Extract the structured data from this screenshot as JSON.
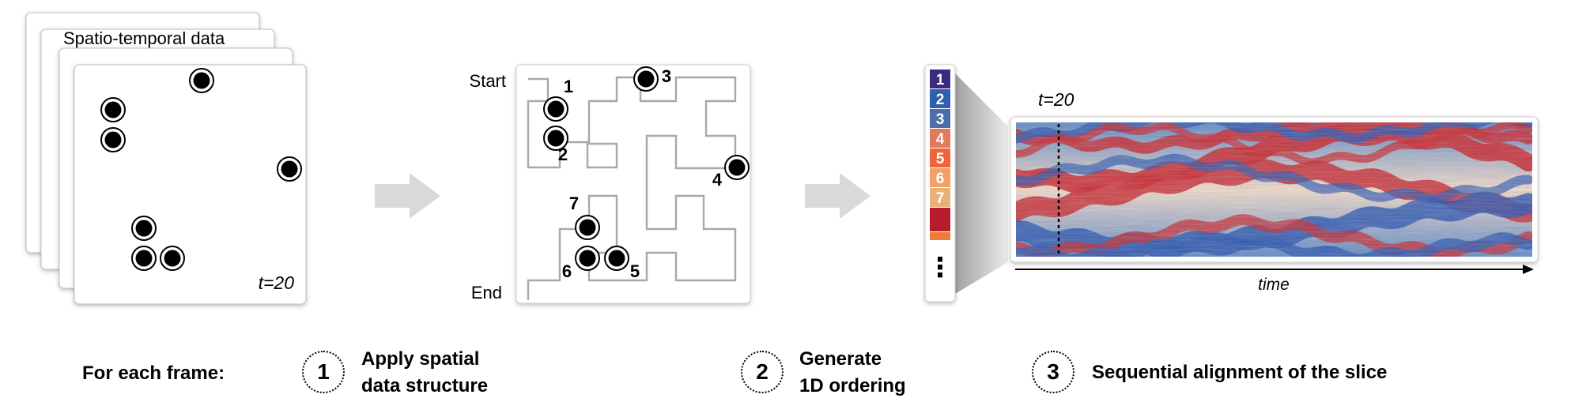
{
  "panel1": {
    "title": "Spatio-temporal data",
    "time_label": "t=20"
  },
  "panel2": {
    "start_label": "Start",
    "end_label": "End",
    "point_labels": [
      "1",
      "2",
      "3",
      "4",
      "5",
      "6",
      "7"
    ]
  },
  "panel3": {
    "time_label": "t=20",
    "axis_label": "time",
    "ordering_labels": [
      "1",
      "2",
      "3",
      "4",
      "5",
      "6",
      "7"
    ],
    "ordering_colors": [
      "#3b2a7e",
      "#2f5fb0",
      "#4c6fa8",
      "#e07a5f",
      "#f0643a",
      "#f2a06a",
      "#e9b07a",
      "#b71c2c",
      "#f07a3a"
    ],
    "ellipsis": "⋮"
  },
  "steps": {
    "lead": "For each frame:",
    "step1": {
      "number": "1",
      "line1": "Apply spatial",
      "line2": "data structure"
    },
    "step2": {
      "number": "2",
      "line1": "Generate",
      "line2": "1D ordering"
    },
    "step3": {
      "number": "3",
      "line1": "Sequential alignment of the slice"
    }
  },
  "colors": {
    "arrow": "#d9d9d9",
    "curve": "#a8a8a8",
    "heat_red": "#c8262e",
    "heat_blue": "#2a55b0"
  }
}
